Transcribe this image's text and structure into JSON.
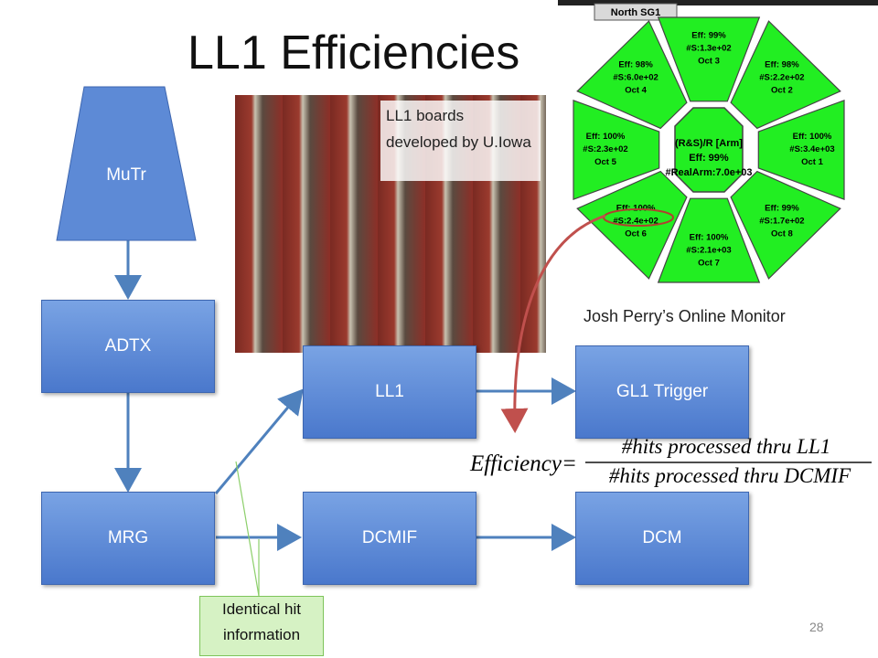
{
  "slide": {
    "title": "LL1 Efficiencies",
    "page_number": "28"
  },
  "boxes": {
    "mutr": "MuTr",
    "adtx": "ADTX",
    "mrg": "MRG",
    "ll1": "LL1",
    "gl1": "GL1 Trigger",
    "dcmif": "DCMIF",
    "dcm": "DCM"
  },
  "photo": {
    "label": "LL1 boards developed by U.Iowa"
  },
  "monitor": {
    "header": "North SG1",
    "caption": "Josh Perry’s Online Monitor",
    "center": {
      "line1": "(R&S)/R [Arm]",
      "line2": "Eff: 99%",
      "line3": "#RealArm:7.0e+03"
    },
    "octants": [
      {
        "eff": "Eff: 99%",
        "s": "#S:1.3e+02",
        "name": "Oct 3"
      },
      {
        "eff": "Eff: 98%",
        "s": "#S:2.2e+02",
        "name": "Oct 2"
      },
      {
        "eff": "Eff: 100%",
        "s": "#S:3.4e+03",
        "name": "Oct 1"
      },
      {
        "eff": "Eff: 99%",
        "s": "#S:1.7e+02",
        "name": "Oct 8"
      },
      {
        "eff": "Eff: 100%",
        "s": "#S:2.1e+03",
        "name": "Oct 7"
      },
      {
        "eff": "Eff: 100%",
        "s": "#S:2.4e+02",
        "name": "Oct 6"
      },
      {
        "eff": "Eff: 100%",
        "s": "#S:2.3e+02",
        "name": "Oct 5"
      },
      {
        "eff": "Eff: 98%",
        "s": "#S:6.0e+02",
        "name": "Oct 4"
      }
    ],
    "green": "#22ee22"
  },
  "formula": {
    "lhs": "Efficiency=",
    "numerator": "#hits processed thru LL1",
    "denominator": "#hits processed thru DCMIF"
  },
  "note": "Identical hit information",
  "colors": {
    "box_fill": "#4f81bd",
    "arrow": "#4f81bd",
    "red_arrow": "#c0504d",
    "note_fill": "#d6f2c4"
  }
}
